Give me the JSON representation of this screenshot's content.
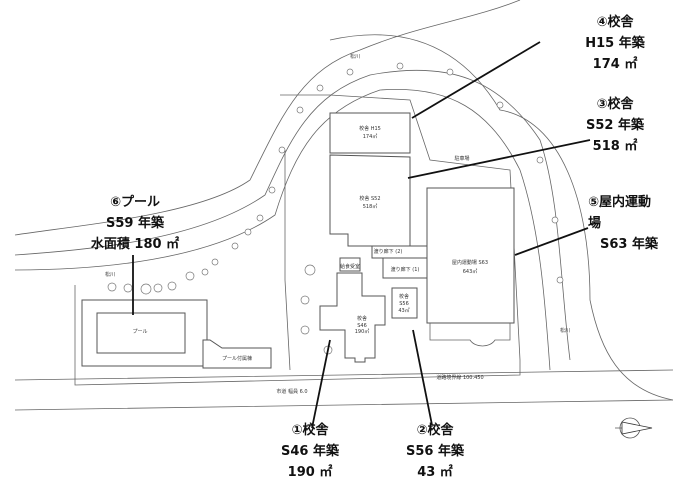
{
  "callouts": [
    {
      "id": "4",
      "lines": [
        "④校舎",
        "H15 年築",
        "174 ㎡"
      ]
    },
    {
      "id": "3",
      "lines": [
        "③校舎",
        "S52 年築",
        "518 ㎡"
      ]
    },
    {
      "id": "5",
      "lines": [
        "⑤屋内運動",
        "場",
        "S63 年築"
      ]
    },
    {
      "id": "6",
      "lines": [
        "⑥プール",
        "S59 年築",
        "水面積 180 ㎡"
      ]
    },
    {
      "id": "1",
      "lines": [
        "①校舎",
        "S46 年築",
        "190 ㎡"
      ]
    },
    {
      "id": "2",
      "lines": [
        "②校舎",
        "S56 年築",
        "43 ㎡"
      ]
    }
  ],
  "plan_labels": {
    "h15": [
      "校舎 H15",
      "174㎡"
    ],
    "s52": [
      "校舎 S52",
      "518㎡"
    ],
    "gym": [
      "屋内運動場 S63",
      "643㎡"
    ],
    "s46": [
      "校舎",
      "S46",
      "190㎡"
    ],
    "s56": [
      "校舎",
      "S56",
      "43㎡"
    ],
    "pool": "プール",
    "pool_annex": "プール付属棟",
    "parking": "駐車場",
    "corridor2": "渡り廊下 (2)",
    "corridor1": "渡り廊下 (1)",
    "kitchen": "給食受室",
    "river1": "松川",
    "river2": "松川",
    "river3": "松川",
    "road": "市道 幅員 6.0",
    "boundary": "道路境界線 100.450"
  }
}
